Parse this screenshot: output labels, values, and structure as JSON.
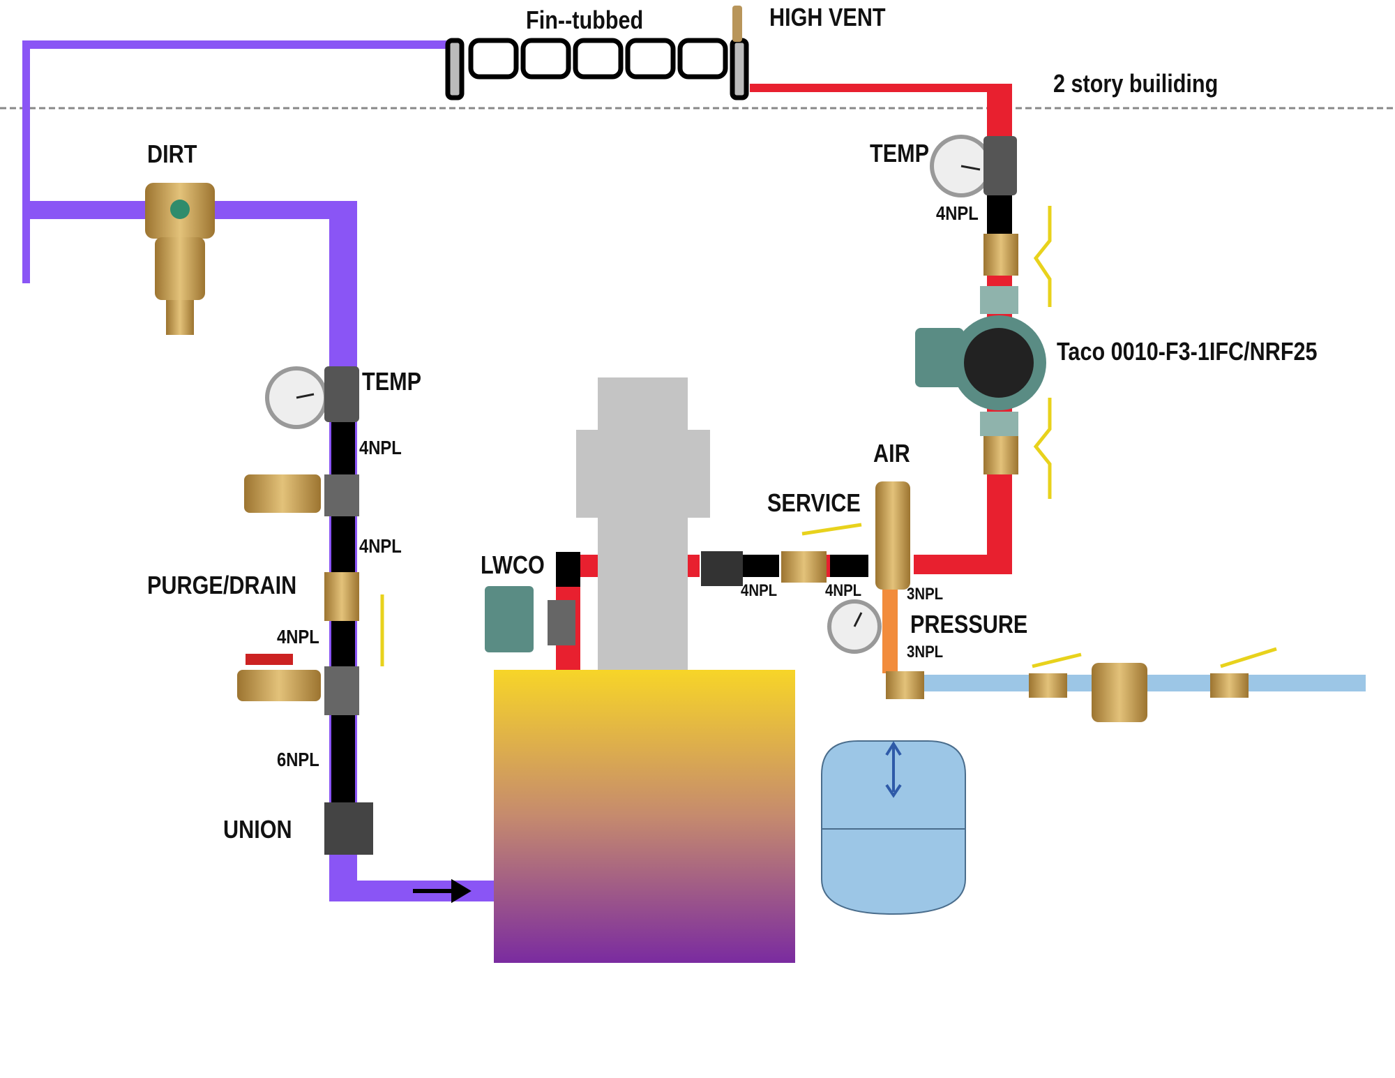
{
  "labels": {
    "radiator": "Fin--tubbed",
    "high_vent": "HIGH VENT",
    "building": "2 story builiding",
    "dirt": "DIRT",
    "temp_supply": "TEMP",
    "npl_supply_temp": "4NPL",
    "pump": "Taco 0010-F3-1IFC/NRF25",
    "temp_return": "TEMP",
    "npl_return_1": "4NPL",
    "npl_return_2": "4NPL",
    "purge_drain": "PURGE/DRAIN",
    "npl_return_3": "4NPL",
    "npl_return_4": "6NPL",
    "union": "UNION",
    "air": "AIR",
    "service": "SERVICE",
    "lwco": "LWCO",
    "npl_service_1": "4NPL",
    "npl_service_2": "4NPL",
    "npl_air": "3NPL",
    "pressure": "PRESSURE",
    "npl_pressure": "3NPL"
  },
  "colors": {
    "return_pipe": "#8a55f5",
    "supply_pipe": "#e8202f",
    "nipple": "#000000",
    "expansion_line": "#f28c3c",
    "cold_water": "#9cc6e6",
    "boiler_top": "#f7d528",
    "boiler_bottom": "#7a2ba0",
    "chimney": "#c4c4c4",
    "brass": "#c9a04a"
  }
}
